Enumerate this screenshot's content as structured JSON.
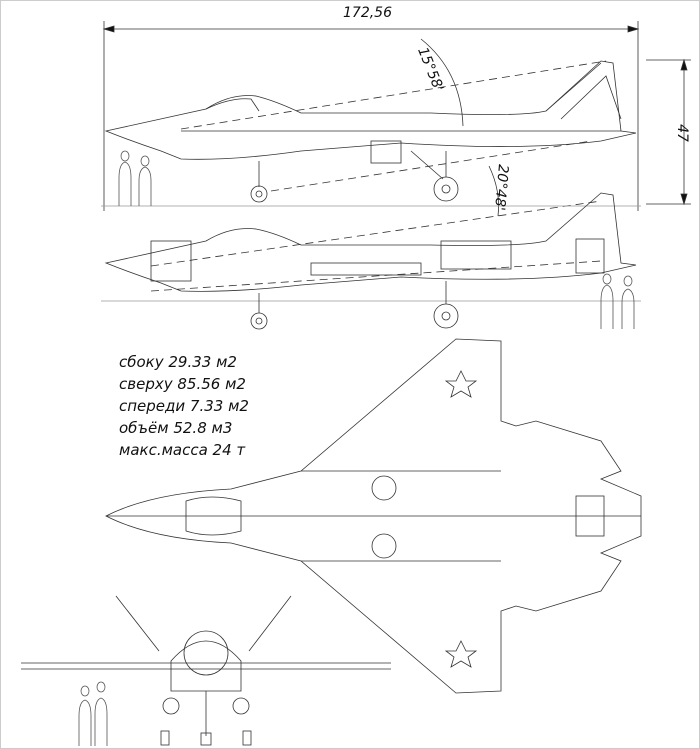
{
  "dimensions": {
    "length": "172,56",
    "height": "47",
    "upper_angle": "15°58'",
    "lower_angle": "20°48'"
  },
  "specs": [
    "сбоку 29.33 м2",
    "сверху 85.56 м2",
    "спереди 7.33 м2",
    "объём 52.8 м3",
    "макс.масса 24 т"
  ]
}
